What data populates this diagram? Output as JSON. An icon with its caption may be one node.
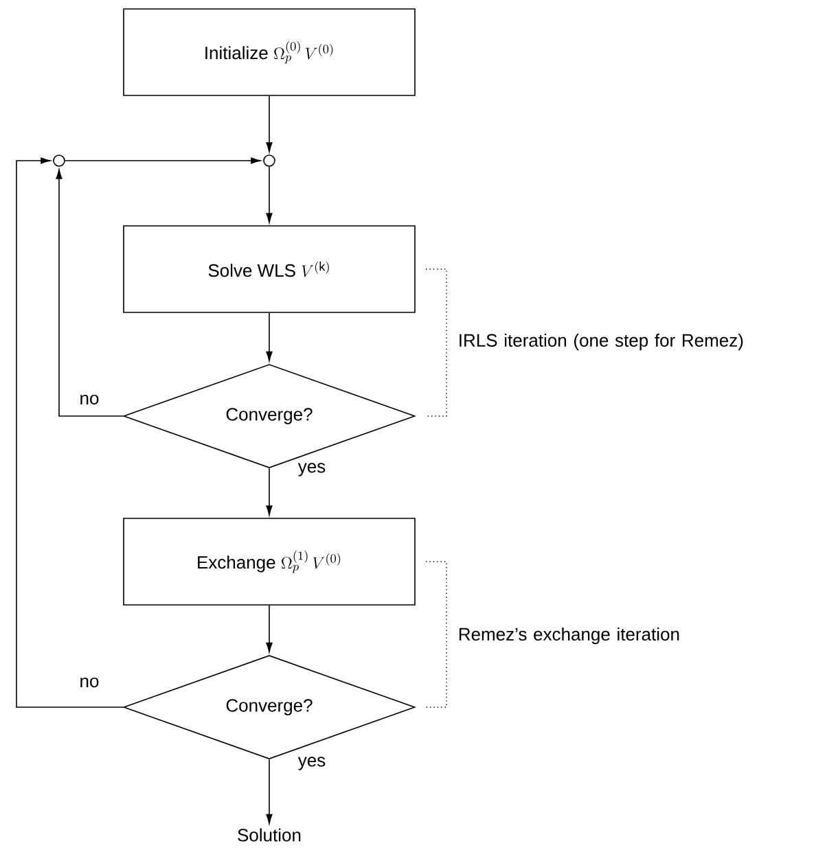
{
  "diagram": {
    "nodes": [
      {
        "text": [
          "Initialize",
          "\\Omega_p^{(0)}\\,V^{(0)}"
        ]
      },
      {
        "text": [],
        "shape": "circle"
      },
      {
        "text": [],
        "shape": "circle"
      },
      {
        "text": [
          "Solve WLS",
          "V^{(\\mathrm{k})}"
        ]
      },
      {
        "text": [
          "Converge?"
        ]
      },
      {
        "text": [
          "Exchange",
          "\\Omega_p^{(1)}\\,V^{(0)}"
        ]
      },
      {
        "text": [
          "Converge?"
        ]
      },
      {
        "text": [
          "Solution"
        ]
      }
    ],
    "edges": [
      {
        "from": 0,
        "to": 2,
        "arrow": "to"
      },
      {
        "from": 1,
        "to": 2,
        "arrow": "to"
      },
      {
        "from": 2,
        "to": 3,
        "arrow": "to"
      },
      {
        "from": 3,
        "to": 4,
        "arrow": "to"
      },
      {
        "from": 4,
        "to": 1,
        "arrow": "to",
        "label": "no"
      },
      {
        "from": 4,
        "to": 5,
        "arrow": "to",
        "label": "yes"
      },
      {
        "from": 5,
        "to": 6,
        "arrow": "to"
      },
      {
        "from": 6,
        "to": 1,
        "arrow": "to",
        "label": "no"
      },
      {
        "from": 6,
        "to": 7,
        "arrow": "to",
        "label": "yes"
      }
    ],
    "labels": [
      "IRLS iteration (one step for Remez)",
      "Remez’s exchange iteration"
    ]
  }
}
